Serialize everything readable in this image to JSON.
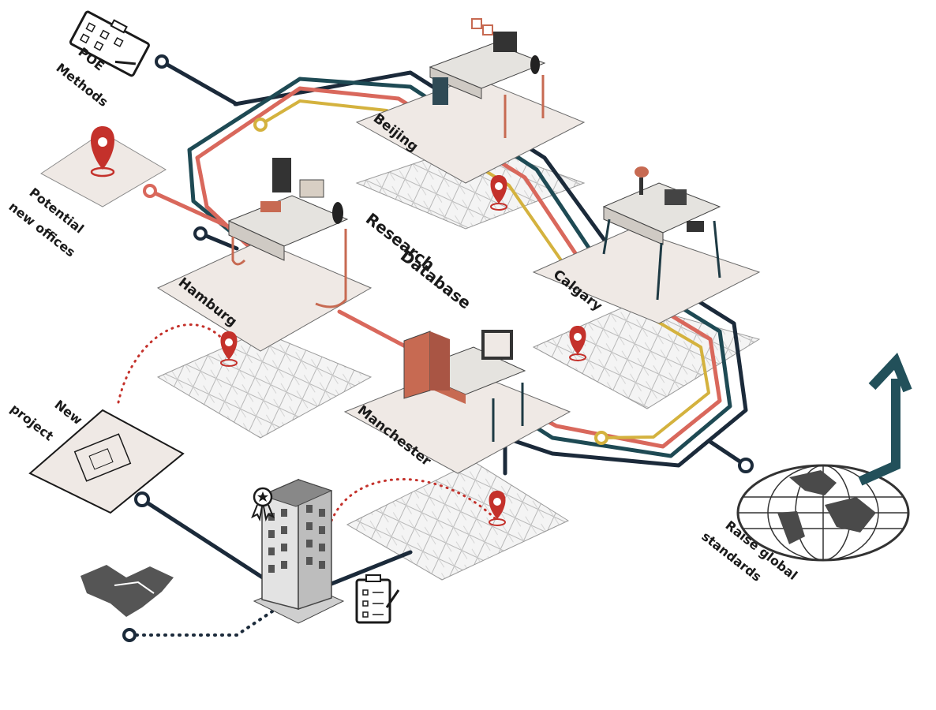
{
  "labels": {
    "poe_methods": [
      "POE",
      "Methods"
    ],
    "potential_offices": [
      "Potential",
      "new offices"
    ],
    "research_database": [
      "Research",
      "Database"
    ],
    "new_project": [
      "New",
      "project"
    ],
    "raise_standards": [
      "Raise global",
      "standards"
    ]
  },
  "cities": {
    "beijing": "Beijing",
    "hamburg": "Hamburg",
    "calgary": "Calgary",
    "manchester": "Manchester"
  },
  "colors": {
    "dark_teal": "#1e4a54",
    "navy": "#1b2a3a",
    "coral": "#d9685c",
    "mustard": "#d4b23e",
    "pin_red": "#c4312b",
    "panel": "#efe9e5",
    "map": "#f3f3f3",
    "arrow": "#22505a"
  },
  "icons": [
    "checklist-board-icon",
    "location-pin-icon",
    "handshake-icon",
    "award-icon",
    "clipboard-icon",
    "globe-icon",
    "up-arrow-icon",
    "office-building-icon"
  ]
}
